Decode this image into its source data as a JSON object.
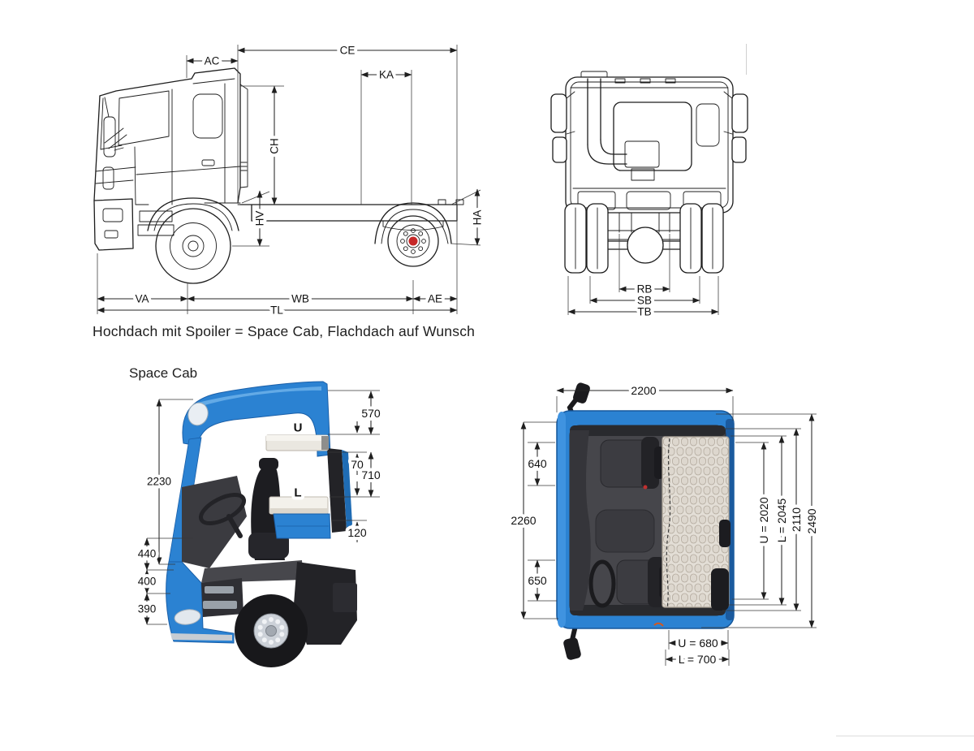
{
  "caption": "Hochdach mit Spoiler = Space Cab, Flachdach auf Wunsch",
  "side_view": {
    "description": "chassis side view line drawing",
    "dims": {
      "ac": "AC",
      "ce": "CE",
      "ka": "KA",
      "ch": "CH",
      "hv": "HV",
      "ha": "HA",
      "va": "VA",
      "wb": "WB",
      "ae": "AE",
      "tl": "TL"
    }
  },
  "rear_view": {
    "description": "chassis rear view line drawing",
    "dims": {
      "rb": "RB",
      "sb": "SB",
      "tb": "TB"
    }
  },
  "space_cab": {
    "title": "Space Cab",
    "bunk_upper_label": "U",
    "bunk_lower_label": "L",
    "dims": {
      "total_height": "2230",
      "above_upper_bunk": "570",
      "upper_bunk_thickness": "70",
      "between_bunks": "710",
      "lower_bunk_thickness": "120",
      "seat_height": "440",
      "mid_height": "400",
      "step_height": "390"
    }
  },
  "top_view": {
    "description": "cab top view",
    "dims": {
      "cab_length": "2200",
      "front_seat_depth": "640",
      "cab_depth": "2260",
      "rear_seat_depth": "650",
      "upper_bunk_length": "U = 2020",
      "lower_bunk_length": "L = 2045",
      "inner_length": "2110",
      "outer_length": "2490",
      "upper_bunk_width": "U = 680",
      "lower_bunk_width": "L = 700"
    }
  },
  "colors": {
    "cab_blue": "#2b82d2",
    "cab_blue_dark": "#1a5fa8",
    "interior_gray": "#46464b",
    "seat_black": "#1d1d21",
    "mattress": "#e3ded6",
    "hub_red": "#c62828",
    "line": "#1c1c1c"
  }
}
